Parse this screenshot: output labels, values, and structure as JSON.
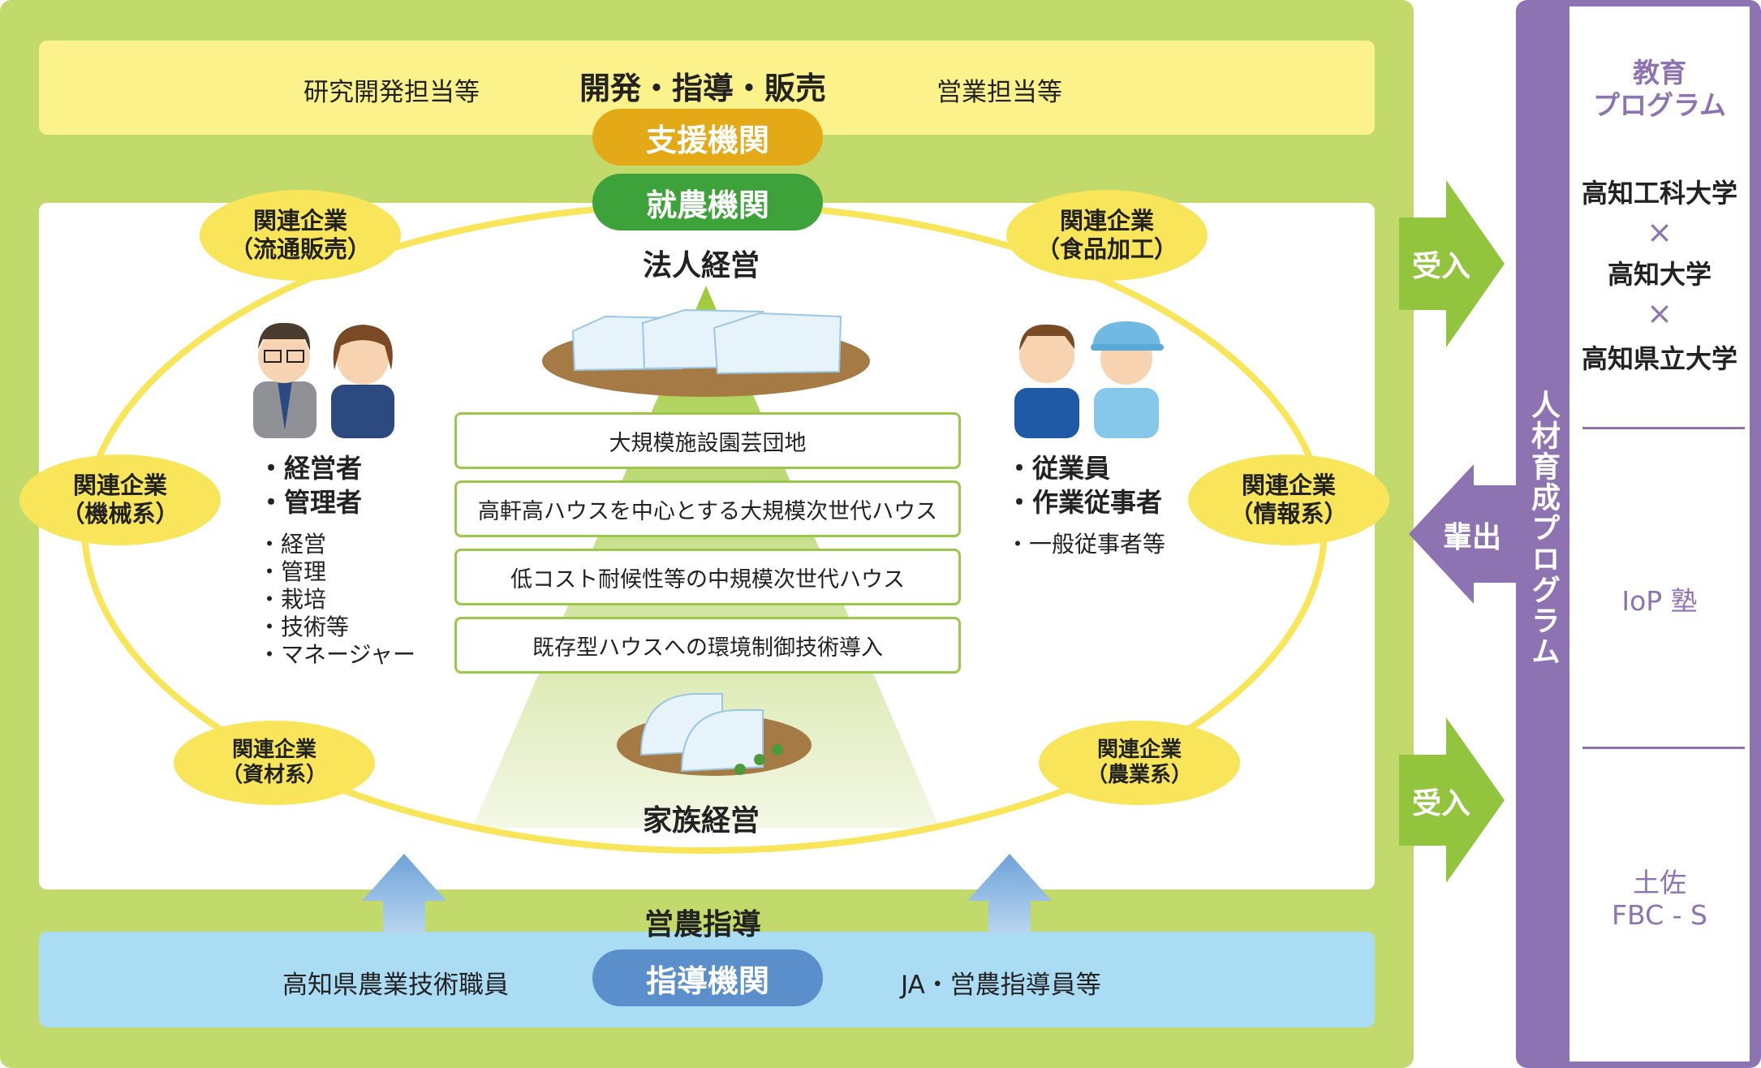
{
  "top_band": {
    "left": "研究開発担当等",
    "title": "開発・指導・販売",
    "right": "営業担当等"
  },
  "support_org": "支援機関",
  "employment_org": "就農機関",
  "corporate": "法人経営",
  "family": "家族経営",
  "levels": [
    "大規模施設園芸団地",
    "高軒高ハウスを中心とする大規模次世代ハウス",
    "低コスト耐候性等の中規模次世代ハウス",
    "既存型ハウスへの環境制御技術導入"
  ],
  "companies": {
    "distribution": [
      "関連企業",
      "（流通販売）"
    ],
    "food": [
      "関連企業",
      "（食品加工）"
    ],
    "machinery": [
      "関連企業",
      "（機械系）"
    ],
    "info": [
      "関連企業",
      "（情報系）"
    ],
    "materials": [
      "関連企業",
      "（資材系）"
    ],
    "agriculture": [
      "関連企業",
      "（農業系）"
    ]
  },
  "managers": {
    "main": [
      "・経営者",
      "・管理者"
    ],
    "sub": [
      "・経営",
      "・管理",
      "・栽培",
      "・技術等",
      "・マネージャー"
    ]
  },
  "workers": {
    "main": [
      "・従業員",
      "・作業従事者"
    ],
    "sub": [
      "・一般従事者等"
    ]
  },
  "bottom_band": {
    "guidance": "営農指導",
    "left": "高知県農業技術職員",
    "org": "指導機関",
    "right": "JA・営農指導員等"
  },
  "arrows": {
    "receive_1": "受入",
    "send": "輩出",
    "receive_2": "受入"
  },
  "program": {
    "vertical_title": "人材育成プログラム",
    "edu_label": [
      "教育",
      "プログラム"
    ],
    "universities": [
      "高知工科大学",
      "×",
      "高知大学",
      "×",
      "高知県立大学"
    ],
    "iop": "IoP 塾",
    "tosa": [
      "土佐",
      "FBC - S"
    ]
  },
  "colors": {
    "frame_green": "#c2d96b",
    "support_gold": "#e3a917",
    "employment_green": "#3ea23a",
    "guidance_blue": "#5b8fcb",
    "purple": "#8e73b2",
    "company_yellow": "#f9e55a"
  }
}
